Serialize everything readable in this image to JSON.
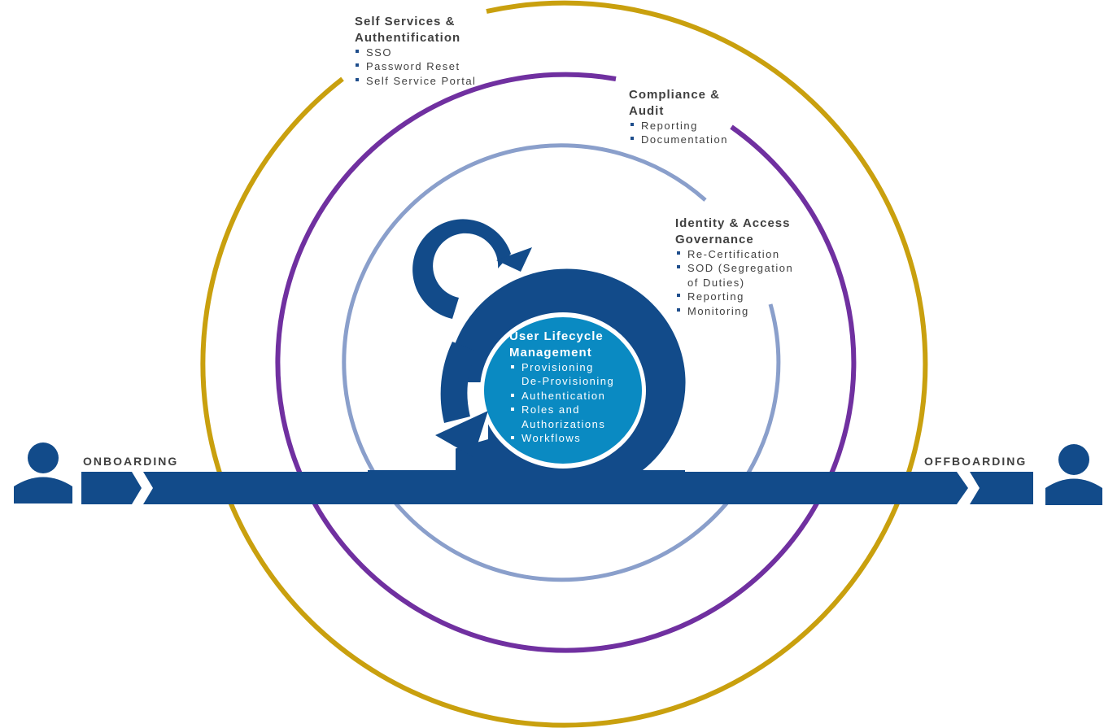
{
  "colors": {
    "gold": "#C9A00E",
    "purple": "#7030A0",
    "light_blue": "#8A9FCB",
    "navy": "#124B8A",
    "teal": "#0A8AC2",
    "label_text": "#404040",
    "bullet": "#1F4E8C"
  },
  "self_services": {
    "title_line1": "Self Services &",
    "title_line2": "Authentification",
    "items": [
      "SSO",
      "Password Reset",
      "Self Service Portal"
    ]
  },
  "compliance": {
    "title_line1": "Compliance &",
    "title_line2": "Audit",
    "items": [
      "Reporting",
      "Documentation"
    ]
  },
  "governance": {
    "title_line1": "Identity & Access",
    "title_line2": "Governance",
    "items": [
      "Re-Certification",
      "SOD (Segregation",
      "of Duties)",
      "Reporting",
      "Monitoring"
    ]
  },
  "ulm": {
    "title_line1": "User Lifecycle",
    "title_line2": "Management",
    "items": [
      "Provisioning",
      "De-Provisioning",
      "Authentication",
      "Roles and",
      "Authorizations",
      "Workflows"
    ]
  },
  "timeline": {
    "start_label": "ONBOARDING",
    "end_label": "OFFBOARDING"
  }
}
